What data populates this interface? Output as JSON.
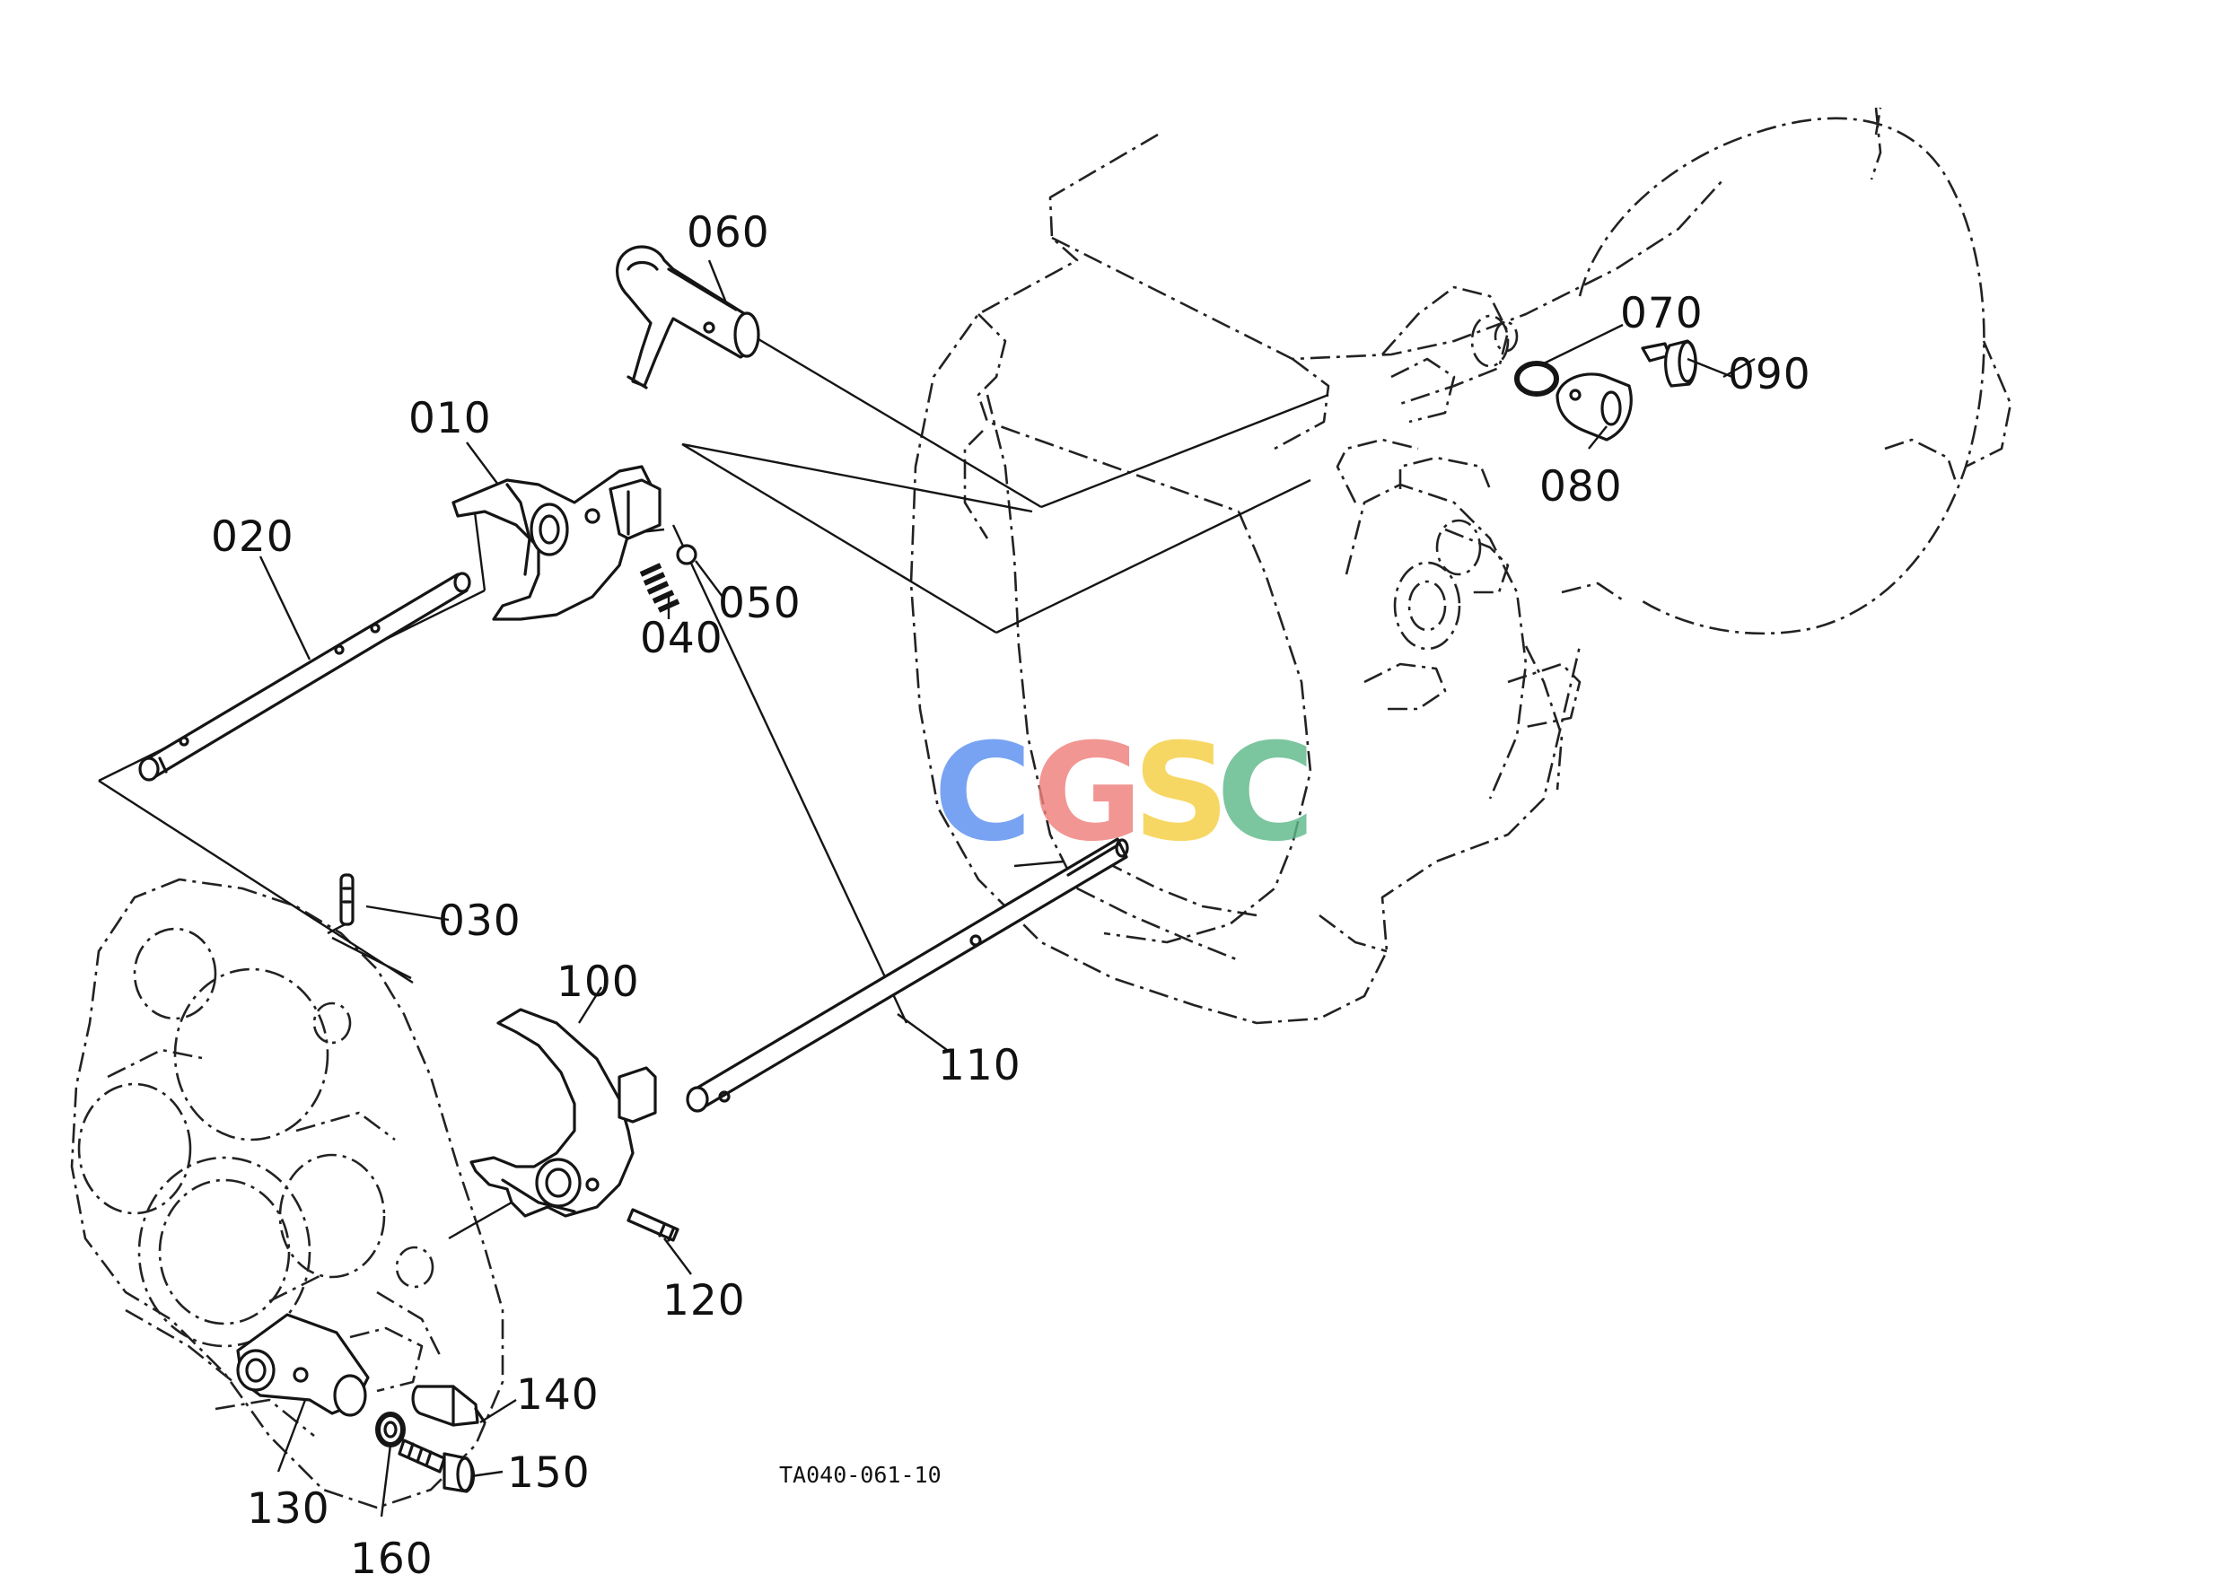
{
  "diagram_code": "TA040-061-10",
  "watermark": {
    "letters": [
      "C",
      "G",
      "S",
      "C"
    ],
    "colors": [
      "#5b8ff0",
      "#ef7f7b",
      "#f6cf43",
      "#5fb98b"
    ]
  },
  "parts": [
    {
      "id": "p010",
      "label": "010"
    },
    {
      "id": "p020",
      "label": "020"
    },
    {
      "id": "p030",
      "label": "030"
    },
    {
      "id": "p040",
      "label": "040"
    },
    {
      "id": "p050",
      "label": "050"
    },
    {
      "id": "p060",
      "label": "060"
    },
    {
      "id": "p070",
      "label": "070"
    },
    {
      "id": "p080",
      "label": "080"
    },
    {
      "id": "p090",
      "label": "090"
    },
    {
      "id": "p100",
      "label": "100"
    },
    {
      "id": "p110",
      "label": "110"
    },
    {
      "id": "p120",
      "label": "120"
    },
    {
      "id": "p130",
      "label": "130"
    },
    {
      "id": "p140",
      "label": "140"
    },
    {
      "id": "p150",
      "label": "150"
    },
    {
      "id": "p160",
      "label": "160"
    }
  ]
}
